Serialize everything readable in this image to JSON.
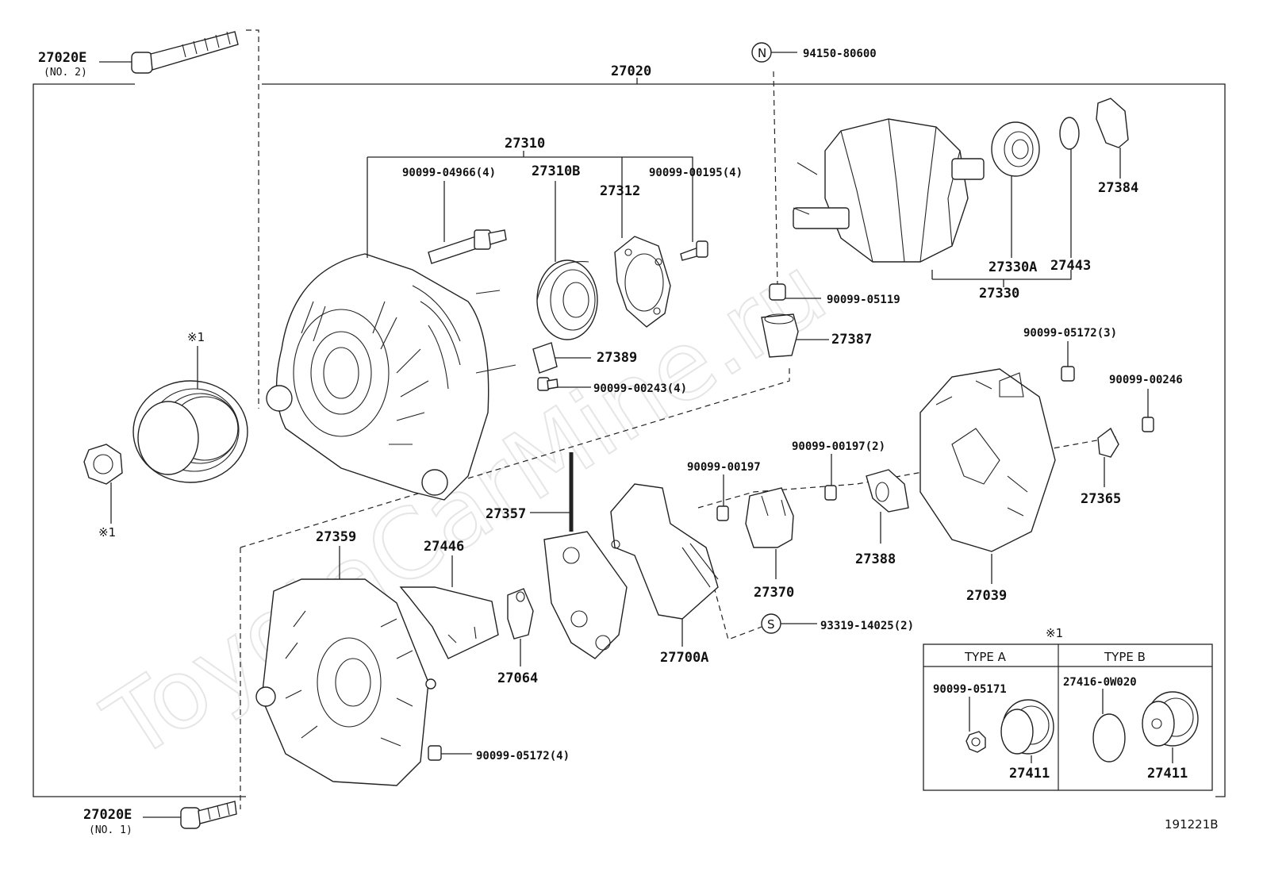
{
  "watermark": "ToyotaCarMine.ru",
  "diagram_id": "191221B",
  "assembly": {
    "number": "27020"
  },
  "labels": {
    "p27020e_no2": "27020E",
    "p27020e_no2_sub": "(NO. 2)",
    "p27020e_no1": "27020E",
    "p27020e_no1_sub": "(NO. 1)",
    "p94150": "94150-80600",
    "p94150_sym": "N",
    "p27310": "27310",
    "p90099_04966": "90099-04966(4)",
    "p27310b": "27310B",
    "p27312": "27312",
    "p90099_00195": "90099-00195(4)",
    "p27384": "27384",
    "p27330a": "27330A",
    "p27443": "27443",
    "p27330": "27330",
    "p90099_05119": "90099-05119",
    "p27387": "27387",
    "p27389": "27389",
    "p90099_00243": "90099-00243(4)",
    "note1_top": "※1",
    "note1_bottom": "※1",
    "p90099_05172_3": "90099-05172(3)",
    "p90099_00246": "90099-00246",
    "p90099_00197_2": "90099-00197(2)",
    "p90099_00197": "90099-00197",
    "p27357": "27357",
    "p27365": "27365",
    "p27359": "27359",
    "p27446": "27446",
    "p27388": "27388",
    "p27370": "27370",
    "p27039": "27039",
    "p93319": "93319-14025(2)",
    "p93319_sym": "S",
    "p27064": "27064",
    "p27700a": "27700A",
    "p90099_05172_4": "90099-05172(4)"
  },
  "type_table": {
    "note": "※1",
    "type_a": {
      "title": "TYPE A",
      "part1": "90099-05171",
      "part2": "27411"
    },
    "type_b": {
      "title": "TYPE B",
      "part1": "27416-0W020",
      "part2": "27411"
    }
  }
}
